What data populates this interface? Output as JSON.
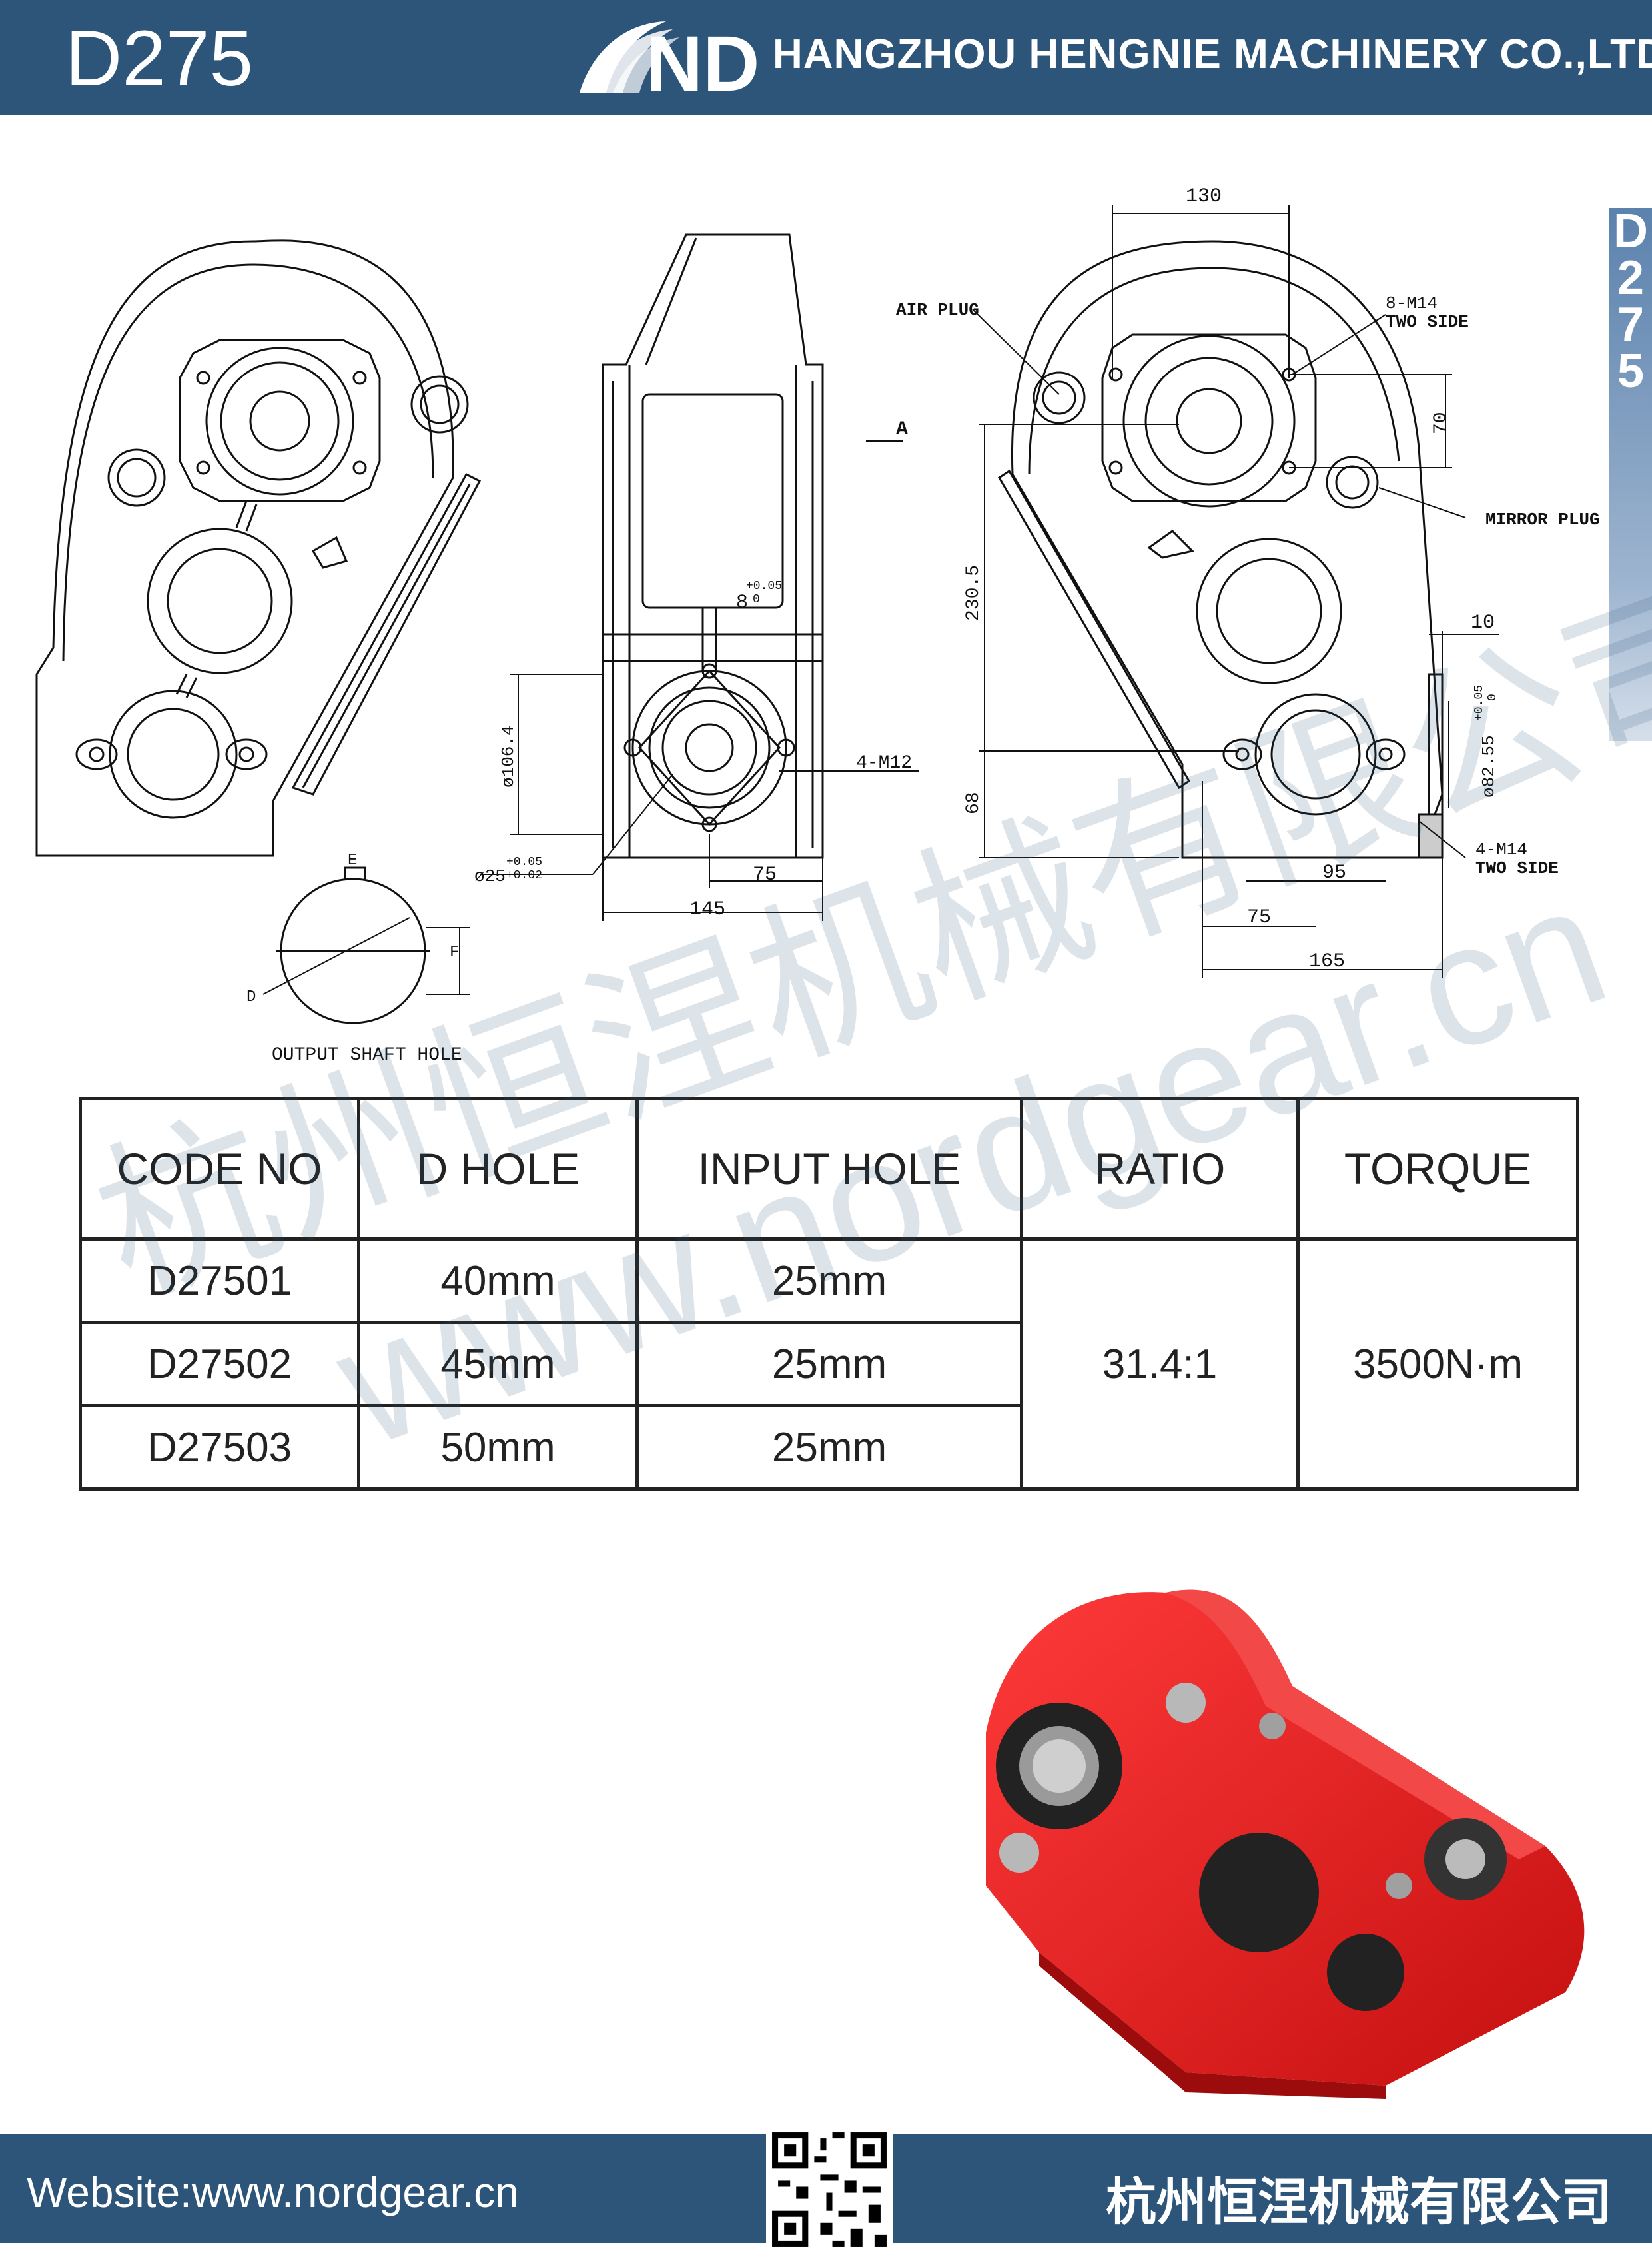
{
  "header": {
    "model": "D275",
    "company_name": "HANGZHOU HENGNIE MACHINERY CO.,LTD",
    "logo_text": "ND"
  },
  "side_tab": {
    "chars": [
      "D",
      "2",
      "7",
      "5"
    ]
  },
  "drawing": {
    "labels": {
      "air_plug": "AIR PLUG",
      "bolts_top": "8-M14",
      "two_side_top": "TWO SIDE",
      "mirror_plug": "MIRROR PLUG",
      "view_arrow": "A",
      "input_bolts": "4-M12",
      "bolts_bottom": "4-M14",
      "two_side_bottom": "TWO SIDE",
      "output_shaft_hole": "OUTPUT SHAFT HOLE",
      "key_e": "E",
      "key_f": "F",
      "key_d": "D"
    },
    "dimensions": {
      "d130": "130",
      "d70": "70",
      "d230_5": "230.5",
      "d10": "10",
      "d68": "68",
      "d95": "95",
      "d75_right": "75",
      "d165": "165",
      "d82_55": "ø82.55",
      "d82_tol_upper": "+0.05",
      "d82_tol_lower": "0",
      "d106_4": "ø106.4",
      "d8": "8",
      "d8_tol_upper": "+0.05",
      "d8_tol_lower": "0",
      "d25": "ø25",
      "d25_tol_upper": "+0.05",
      "d25_tol_lower": "+0.02",
      "d75_mid": "75",
      "d145": "145"
    }
  },
  "table": {
    "headers": [
      "CODE NO",
      "D HOLE",
      "INPUT HOLE",
      "RATIO",
      "TORQUE"
    ],
    "rows": [
      {
        "code": "D27501",
        "d_hole": "40mm",
        "input_hole": "25mm"
      },
      {
        "code": "D27502",
        "d_hole": "45mm",
        "input_hole": "25mm"
      },
      {
        "code": "D27503",
        "d_hole": "50mm",
        "input_hole": "25mm"
      }
    ],
    "ratio": "31.4:1",
    "torque": "3500N·m"
  },
  "watermark": {
    "cn": "杭州恒涅机械有限公司",
    "url": "www.nordgear.cn"
  },
  "footer": {
    "website": "Website:www.nordgear.cn",
    "company_cn": "杭州恒涅机械有限公司"
  },
  "colors": {
    "brand_blue": "#2d5579",
    "gearbox_red": "#e01e1e"
  }
}
